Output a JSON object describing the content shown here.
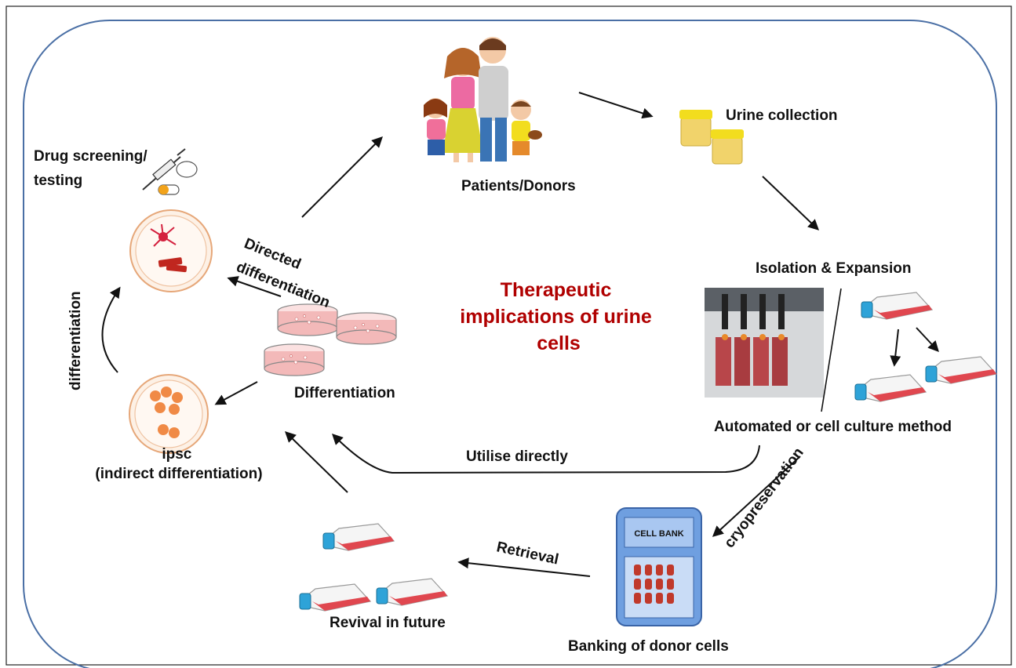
{
  "title": {
    "lines": [
      "Therapeutic",
      "implications of urine",
      "cells"
    ],
    "color": "#b00000"
  },
  "labels": {
    "patients": "Patients/Donors",
    "urine_collection": "Urine collection",
    "isolation": "Isolation & Expansion",
    "automated": "Automated or cell culture method",
    "utilise": "Utilise directly",
    "cryo": "cryopreservation",
    "cell_bank": "CELL BANK",
    "banking": "Banking of donor cells",
    "retrieval": "Retrieval",
    "revival": "Revival in future",
    "ipsc_line1": "ipsc",
    "ipsc_line2": "(indirect differentiation)",
    "differentiation": "Differentiation",
    "directed_line1": "Directed",
    "directed_line2": "differentiation",
    "differentiation_vertical": "differentiation",
    "drug_line1": "Drug screening/",
    "drug_line2": "testing"
  },
  "colors": {
    "border": "#4a6fa5",
    "flask_red": "#e0474f",
    "flask_cap": "#2ea3d8",
    "dish_pink": "#f3b9b9",
    "urine": "#f1d36b",
    "urine_cap": "#f2dd1e",
    "bank_blue": "#6f9fe0",
    "tube_red": "#c0392b",
    "cell_orange": "#f08a46"
  },
  "icons": [
    "family-icon",
    "urine-cup-icon",
    "flask-icon",
    "petri-dish-icon",
    "cell-bank-icon",
    "syringe-icon",
    "pill-icon",
    "neuron-icon",
    "robot-icon"
  ]
}
